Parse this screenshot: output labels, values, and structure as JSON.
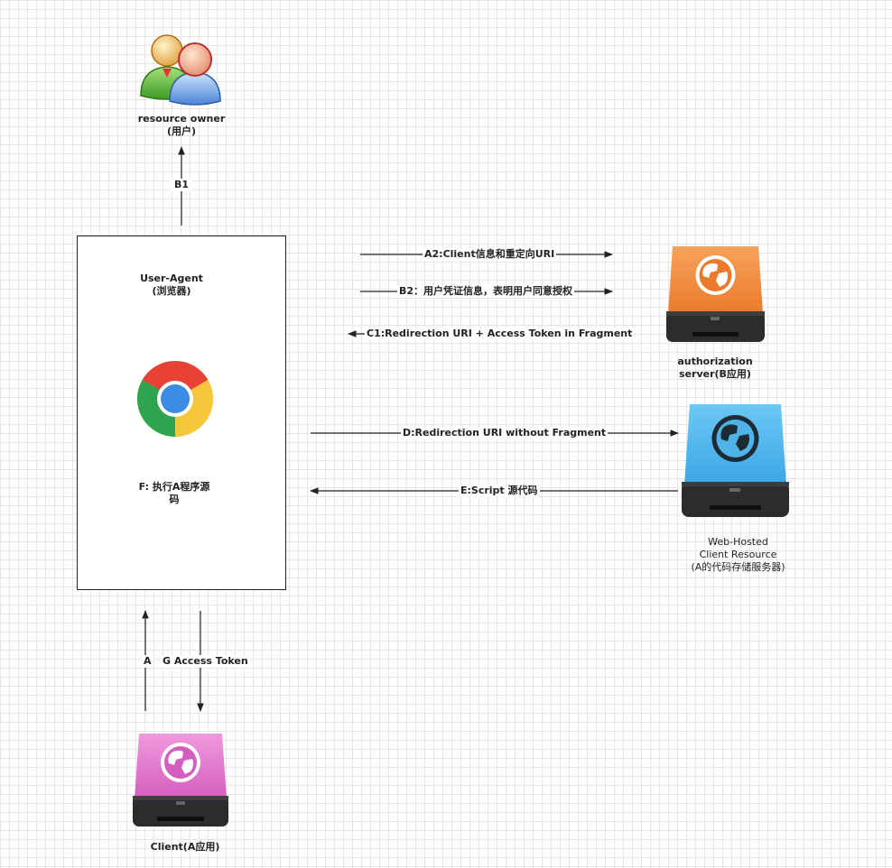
{
  "resource_owner": {
    "name": "resource owner",
    "sub": "(用户)",
    "icon": "users-icon"
  },
  "user_agent": {
    "name": "User-Agent",
    "sub": "(浏览器)",
    "icon": "chrome-browser-icon",
    "step_f_line1": "F:   执行A程序源",
    "step_f_line2": "码"
  },
  "auth_server": {
    "line1": "authorization",
    "line2": "server(B应用)",
    "icon": "orange-server-icon",
    "color": "#f08a3a"
  },
  "web_hosted": {
    "line1": "Web-Hosted",
    "line2": "Client   Resource",
    "line3": "(A的代码存储服务器)",
    "icon": "blue-server-icon",
    "color": "#4db3ea"
  },
  "client": {
    "name": "Client(A应用)",
    "icon": "pink-server-icon",
    "color": "#e070c8"
  },
  "arrows": {
    "b1": "B1",
    "a2": "A2:Client信息和重定向URI",
    "b2": "B2：用户凭证信息，表明用户同意授权",
    "c1": "C1:Redirection URI + Access Token in Fragment",
    "d": "D:Redirection URI without Fragment",
    "e": "E:Script 源代码",
    "a": "A",
    "g": "G Access Token"
  }
}
